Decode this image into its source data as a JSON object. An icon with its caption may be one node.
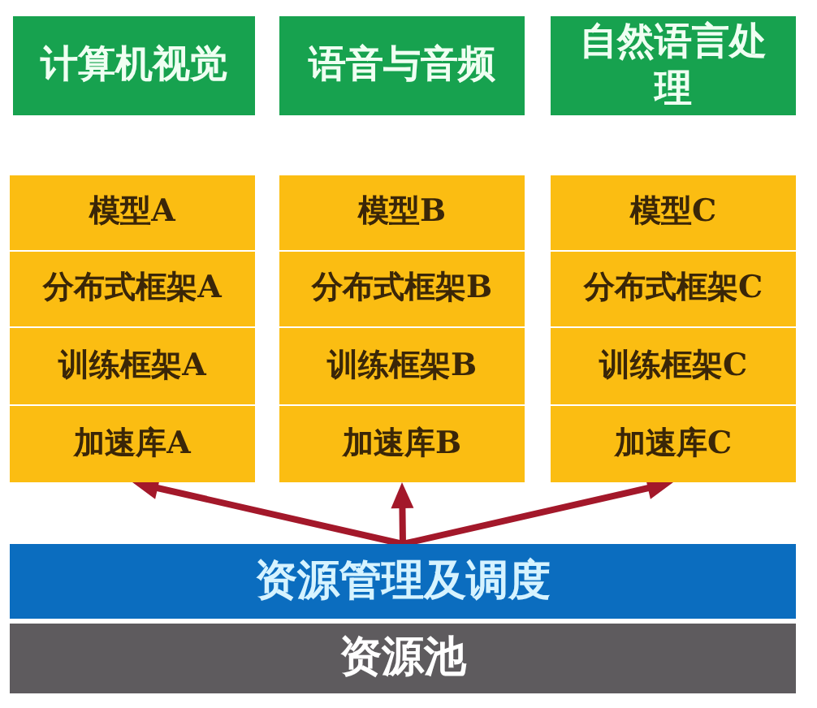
{
  "diagram": {
    "nodes": [
      {
        "text": [
          "计算机视觉"
        ]
      },
      {
        "text": [
          "语音与音频"
        ]
      },
      {
        "text": [
          "自然语言处理"
        ]
      },
      {
        "text": [
          "模型A"
        ]
      },
      {
        "text": [
          "模型B"
        ]
      },
      {
        "text": [
          "模型C"
        ]
      },
      {
        "text": [
          "分布式框架A"
        ]
      },
      {
        "text": [
          "分布式框架B"
        ]
      },
      {
        "text": [
          "分布式框架C"
        ]
      },
      {
        "text": [
          "训练框架A"
        ]
      },
      {
        "text": [
          "训练框架B"
        ]
      },
      {
        "text": [
          "训练框架C"
        ]
      },
      {
        "text": [
          "加速库A"
        ]
      },
      {
        "text": [
          "加速库B"
        ]
      },
      {
        "text": [
          "加速库C"
        ]
      },
      {
        "text": [
          "资源管理及调度"
        ]
      },
      {
        "text": [
          "资源池"
        ]
      }
    ],
    "edges": [
      {
        "from": 15,
        "to": 12,
        "arrow": "to"
      },
      {
        "from": 15,
        "to": 13,
        "arrow": "to"
      },
      {
        "from": 15,
        "to": 14,
        "arrow": "to"
      }
    ]
  }
}
